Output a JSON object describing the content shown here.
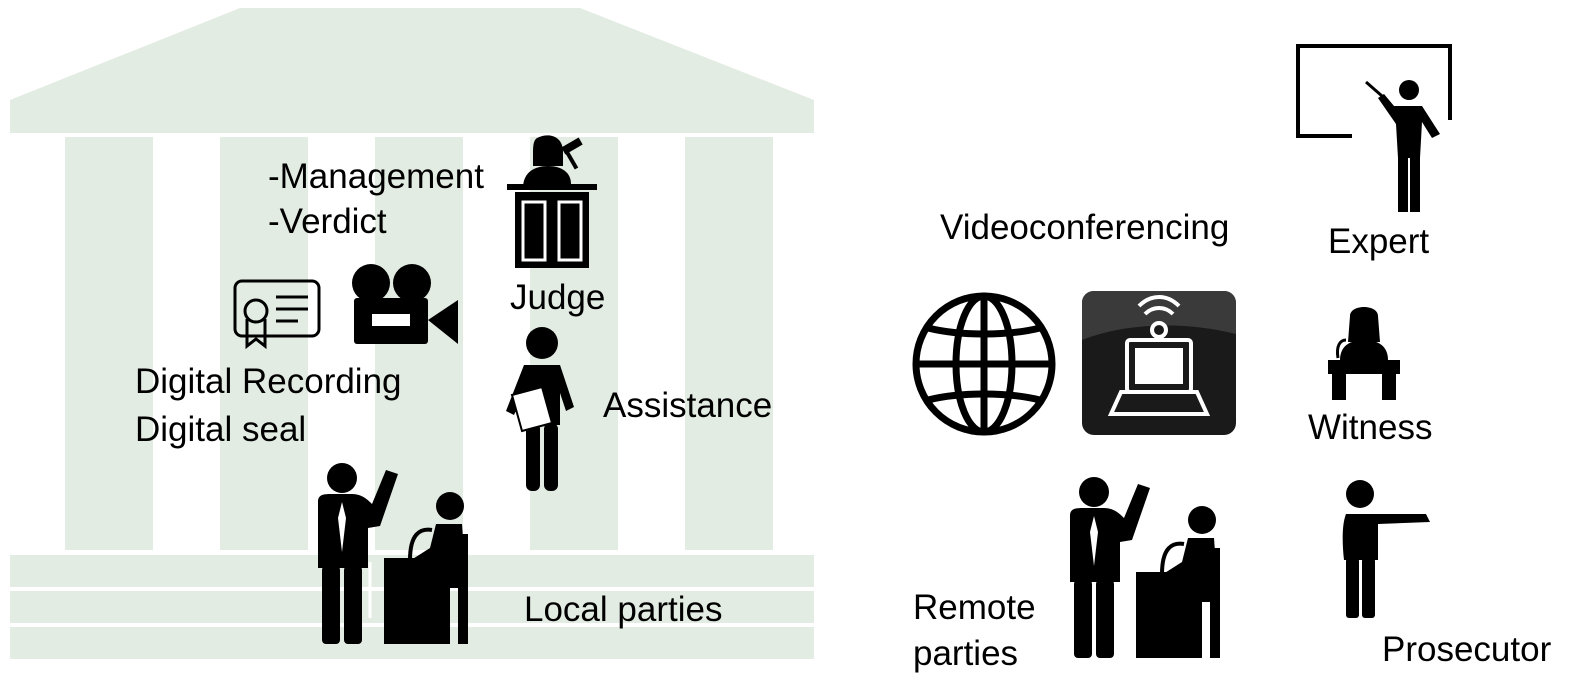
{
  "colors": {
    "building": "#e3ece3",
    "ink": "#000000",
    "text": "#000000"
  },
  "courtroom": {
    "judge_tasks": [
      "-Management",
      "-Verdict"
    ],
    "judge_label": "Judge",
    "assistance_label": "Assistance",
    "digital_lines": [
      "Digital Recording",
      "Digital seal"
    ],
    "local_parties_label": "Local parties"
  },
  "remote": {
    "videoconferencing_label": "Videoconferencing",
    "expert_label": "Expert",
    "witness_label": "Witness",
    "remote_parties_lines": [
      "Remote",
      "parties"
    ],
    "prosecutor_label": "Prosecutor"
  },
  "icons": [
    "courthouse-building",
    "judge-icon",
    "certificate-icon",
    "video-camera-icon",
    "assistant-icon",
    "local-parties-icon",
    "globe-icon",
    "videoconference-terminal-icon",
    "expert-icon",
    "witness-icon",
    "remote-parties-icon",
    "prosecutor-icon"
  ]
}
